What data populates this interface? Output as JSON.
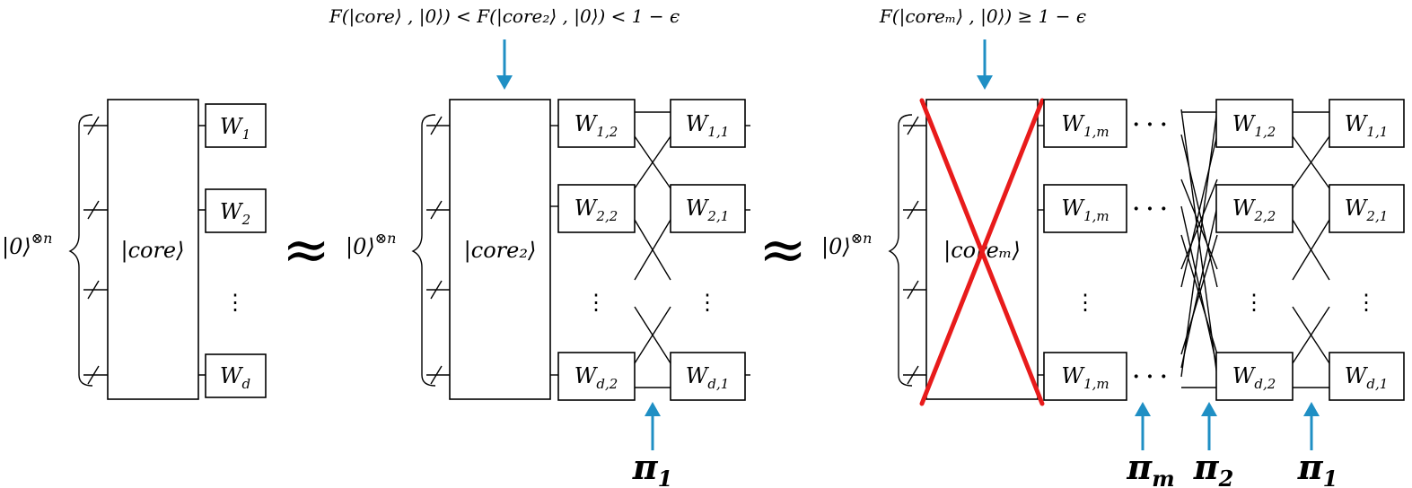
{
  "colors": {
    "arrow": "#1f8fc4",
    "cross": "#e81b1b"
  },
  "stage1": {
    "input_label": "|0⟩",
    "input_exp": "⊗n",
    "core_label": "|core⟩",
    "w_labels": [
      {
        "base": "W",
        "sub": "1"
      },
      {
        "base": "W",
        "sub": "2"
      },
      {
        "base": "W",
        "sub": "d"
      }
    ]
  },
  "approx1": "≈",
  "stage2": {
    "fidelity": "F(|core⟩ , |0⟩) < F(|core₂⟩ , |0⟩) < 1 − ϵ",
    "input_label": "|0⟩",
    "input_exp": "⊗n",
    "core_label": "|core₂⟩",
    "left_w": [
      {
        "base": "W",
        "sub": "1,2"
      },
      {
        "base": "W",
        "sub": "2,2"
      },
      {
        "base": "W",
        "sub": "d,2"
      }
    ],
    "right_w": [
      {
        "base": "W",
        "sub": "1,1"
      },
      {
        "base": "W",
        "sub": "2,1"
      },
      {
        "base": "W",
        "sub": "d,1"
      }
    ],
    "perm_label": {
      "base": "π",
      "sub": "1"
    }
  },
  "approx2": "≈",
  "stage3": {
    "fidelity": "F(|coreₘ⟩ , |0⟩) ≥ 1 − ϵ",
    "input_label": "|0⟩",
    "input_exp": "⊗n",
    "core_label": "|coreₘ⟩",
    "left_w": [
      {
        "base": "W",
        "sub": "1,m"
      },
      {
        "base": "W",
        "sub": "1,m"
      },
      {
        "base": "W",
        "sub": "1,m"
      }
    ],
    "mid_w": [
      {
        "base": "W",
        "sub": "1,2"
      },
      {
        "base": "W",
        "sub": "2,2"
      },
      {
        "base": "W",
        "sub": "d,2"
      }
    ],
    "right_w": [
      {
        "base": "W",
        "sub": "1,1"
      },
      {
        "base": "W",
        "sub": "2,1"
      },
      {
        "base": "W",
        "sub": "d,1"
      }
    ],
    "perm_labels": [
      {
        "base": "π",
        "sub": "m"
      },
      {
        "base": "π",
        "sub": "2"
      },
      {
        "base": "π",
        "sub": "1"
      }
    ]
  },
  "symbols": {
    "hdots": "· · ·",
    "vdots": "⋮"
  }
}
